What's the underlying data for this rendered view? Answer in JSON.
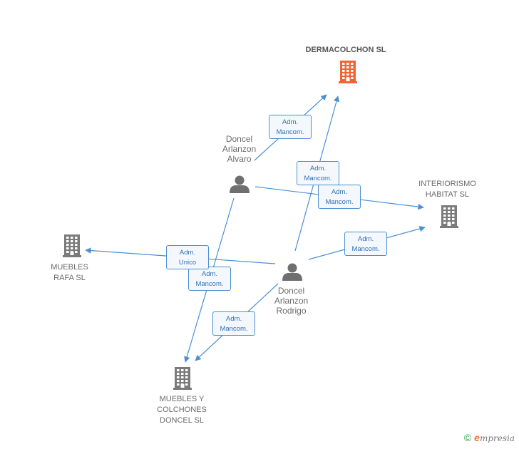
{
  "colors": {
    "edge": "#4a8fd6",
    "company": "#7b7b7b",
    "main_company": "#f26436",
    "person": "#6f6f6f"
  },
  "nodes": {
    "dermacolchon": {
      "lines": [
        "DERMACOLCHON SL"
      ],
      "icon": "building-icon"
    },
    "interiorismo": {
      "lines": [
        "INTERIORISMO",
        "HABITAT SL"
      ],
      "icon": "building-icon"
    },
    "muebles_rafa": {
      "lines": [
        "MUEBLES",
        "RAFA SL"
      ],
      "icon": "building-icon"
    },
    "muebles_colchones": {
      "lines": [
        "MUEBLES Y",
        "COLCHONES",
        "DONCEL SL"
      ],
      "icon": "building-icon"
    },
    "alvaro": {
      "lines": [
        "Doncel",
        "Arlanzon",
        "Alvaro"
      ],
      "icon": "person-icon"
    },
    "rodrigo": {
      "lines": [
        "Doncel",
        "Arlanzon",
        "Rodrigo"
      ],
      "icon": "person-icon"
    }
  },
  "edges": [
    {
      "from": "alvaro",
      "to": "dermacolchon",
      "label": [
        "Adm.",
        "Mancom."
      ]
    },
    {
      "from": "alvaro",
      "to": "interiorismo",
      "label": [
        "Adm.",
        "Mancom."
      ]
    },
    {
      "from": "alvaro",
      "to": "muebles_colchones",
      "label": [
        "Adm.",
        "Mancom."
      ]
    },
    {
      "from": "rodrigo",
      "to": "dermacolchon",
      "label": [
        "Adm.",
        "Mancom."
      ]
    },
    {
      "from": "rodrigo",
      "to": "interiorismo",
      "label": [
        "Adm.",
        "Mancom."
      ]
    },
    {
      "from": "rodrigo",
      "to": "muebles_rafa",
      "label": [
        "Adm.",
        "Unico"
      ]
    },
    {
      "from": "rodrigo",
      "to": "muebles_colchones",
      "label": [
        "Adm.",
        "Mancom."
      ]
    }
  ],
  "footer": {
    "copyright_symbol": "©",
    "brand_initial": "e",
    "brand_rest": "mpresia"
  }
}
